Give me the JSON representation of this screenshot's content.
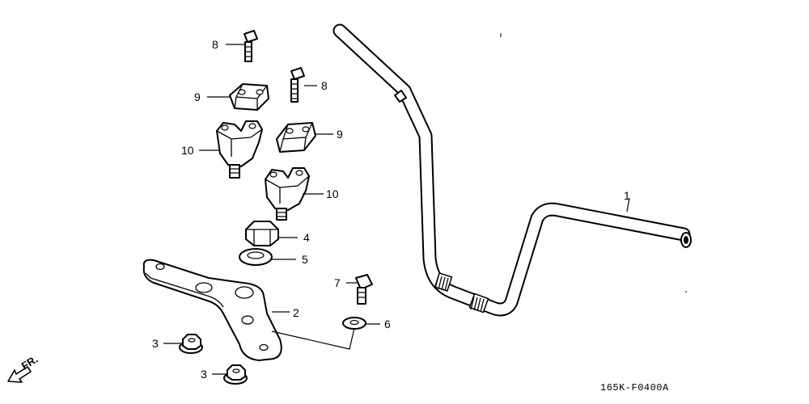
{
  "diagram": {
    "code": "165K-F0400A",
    "direction_label": "FR.",
    "callouts": {
      "c1": "1",
      "c2": "2",
      "c3a": "3",
      "c3b": "3",
      "c4": "4",
      "c5": "5",
      "c6": "6",
      "c7": "7",
      "c8a": "8",
      "c8b": "8",
      "c9a": "9",
      "c9b": "9",
      "c10a": "10",
      "c10b": "10"
    }
  }
}
